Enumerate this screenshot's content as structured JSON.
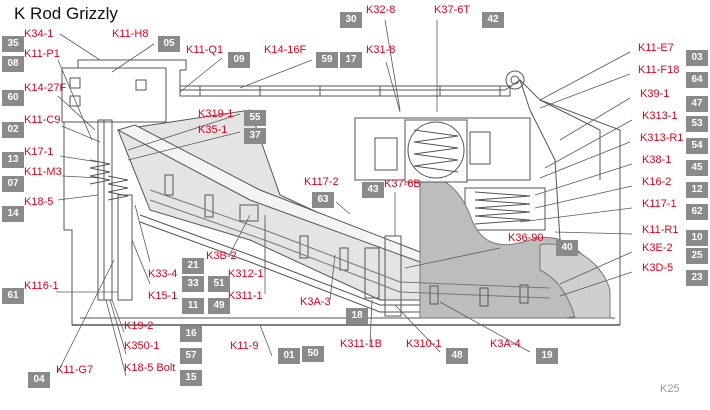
{
  "title": "K Rod Grizzly",
  "page_ref": "K25",
  "colors": {
    "code_text": "#e0001b",
    "number_box": "#8a8a8a",
    "number_text": "#ffffff",
    "drawing": "#555555",
    "leader": "#5a5a5a",
    "screen_fill": "#e4e4e4",
    "rock_fill": "#bdbdbd"
  },
  "callouts": [
    {
      "code": "K34-1",
      "number": "35"
    },
    {
      "code": "K11-H8",
      "number": "05"
    },
    {
      "code": "K11-P1",
      "number": "08"
    },
    {
      "code": "K11-Q1",
      "number": "09"
    },
    {
      "code": "K14-16F",
      "number": "59"
    },
    {
      "code": "K32-8",
      "number": "30"
    },
    {
      "code": "K31-8",
      "number": "17"
    },
    {
      "code": "K37-6T",
      "number": "42"
    },
    {
      "code": "K11-E7",
      "number": "03"
    },
    {
      "code": "K11-F18",
      "number": "64"
    },
    {
      "code": "K14-27F",
      "number": "60"
    },
    {
      "code": "K39-1",
      "number": "47"
    },
    {
      "code": "K11-C9",
      "number": "02"
    },
    {
      "code": "K319-1",
      "number": "55"
    },
    {
      "code": "K35-1",
      "number": "37"
    },
    {
      "code": "K313-1",
      "number": "53"
    },
    {
      "code": "K313-R1",
      "number": "54"
    },
    {
      "code": "K17-1",
      "number": "13"
    },
    {
      "code": "K11-M3",
      "number": "07"
    },
    {
      "code": "K38-1",
      "number": "45"
    },
    {
      "code": "K16-2",
      "number": "12"
    },
    {
      "code": "K18-5",
      "number": "14"
    },
    {
      "code": "K117-2",
      "number": "63"
    },
    {
      "code": "K37-6B",
      "number": "43"
    },
    {
      "code": "K117-1",
      "number": "62"
    },
    {
      "code": "K11-R1",
      "number": "10"
    },
    {
      "code": "K36-90",
      "number": "40"
    },
    {
      "code": "K3E-2",
      "number": "25"
    },
    {
      "code": "K3D-5",
      "number": "23"
    },
    {
      "code": "K3B-2",
      "number": "21"
    },
    {
      "code": "K33-4",
      "number": "33"
    },
    {
      "code": "K312-1",
      "number": "51"
    },
    {
      "code": "K311-1",
      "number": "49"
    },
    {
      "code": "K15-1",
      "number": "11"
    },
    {
      "code": "K116-1",
      "number": "61"
    },
    {
      "code": "K3A-3",
      "number": "18"
    },
    {
      "code": "K19-2",
      "number": "16"
    },
    {
      "code": "K350-1",
      "number": "57"
    },
    {
      "code": "K11-9",
      "number": "01"
    },
    {
      "code": "K311-1B",
      "number": "50"
    },
    {
      "code": "K310-1",
      "number": "48"
    },
    {
      "code": "K3A-4",
      "number": "19"
    },
    {
      "code": "K11-G7",
      "number": "04"
    },
    {
      "code": "K18-5 Bolt",
      "number": "15"
    }
  ]
}
